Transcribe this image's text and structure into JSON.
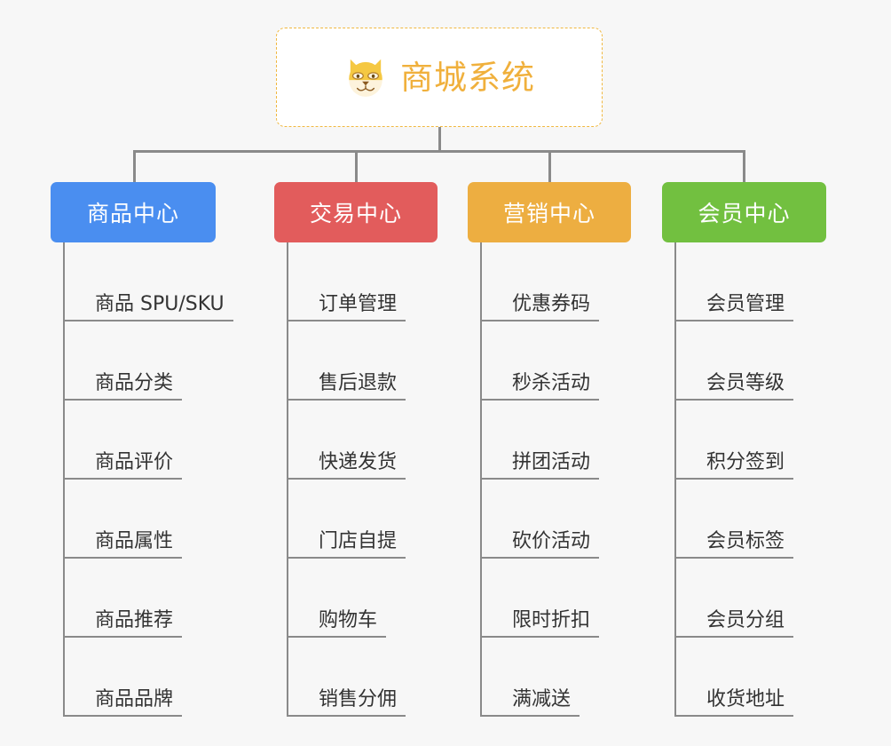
{
  "root": {
    "title": "商城系统",
    "icon": "shiba-dog-face-icon",
    "border_color": "#f0b840",
    "text_color": "#f0b03c"
  },
  "connector_color": "#8a8a8a",
  "background_color": "#f7f7f7",
  "columns": [
    {
      "category": "商品中心",
      "color": "#4a8ef0",
      "items": [
        "商品 SPU/SKU",
        "商品分类",
        "商品评价",
        "商品属性",
        "商品推荐",
        "商品品牌"
      ]
    },
    {
      "category": "交易中心",
      "color": "#e25c5c",
      "items": [
        "订单管理",
        "售后退款",
        "快递发货",
        "门店自提",
        "购物车",
        "销售分佣"
      ]
    },
    {
      "category": "营销中心",
      "color": "#edae41",
      "items": [
        "优惠券码",
        "秒杀活动",
        "拼团活动",
        "砍价活动",
        "限时折扣",
        "满减送"
      ]
    },
    {
      "category": "会员中心",
      "color": "#72c040",
      "items": [
        "会员管理",
        "会员等级",
        "积分签到",
        "会员标签",
        "会员分组",
        "收货地址"
      ]
    }
  ]
}
